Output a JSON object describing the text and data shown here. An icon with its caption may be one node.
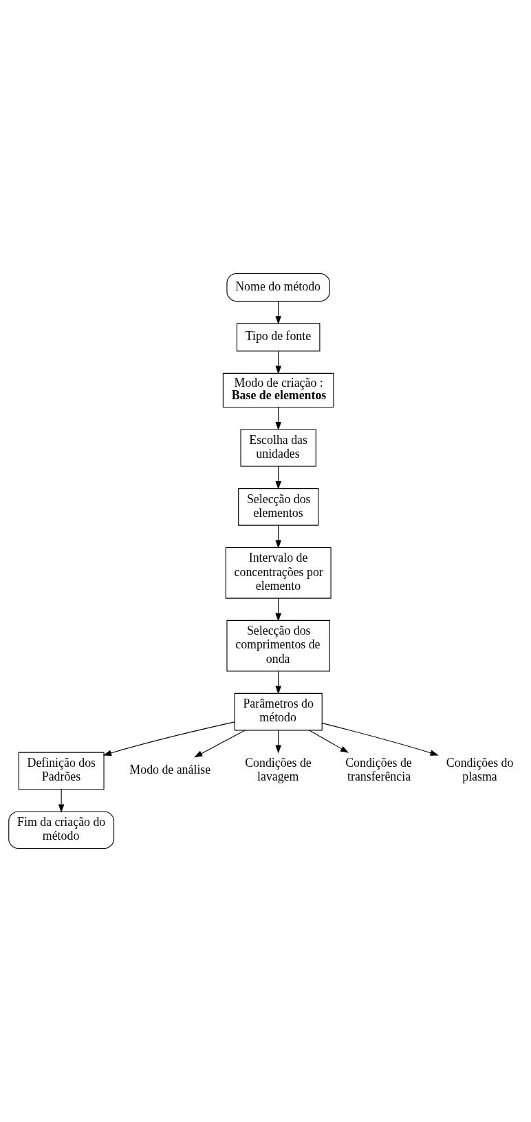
{
  "diagram": {
    "nodes": [
      {
        "text": [
          "Nome do método"
        ]
      },
      {
        "text": [
          "Tipo de fonte"
        ]
      },
      {
        "text": [
          "Modo de criação : **Base de elementos**"
        ]
      },
      {
        "text": [
          "Escolha das unidades"
        ]
      },
      {
        "text": [
          "Selecção dos elementos"
        ]
      },
      {
        "text": [
          "Intervalo de concentrações por elemento"
        ]
      },
      {
        "text": [
          "Selecção dos comprimentos de onda"
        ]
      },
      {
        "text": [
          "Parâmetros do método"
        ]
      },
      {
        "text": [
          "Definição dos Padrões"
        ]
      },
      {
        "text": [
          "Fim da criação do método"
        ]
      },
      {
        "text": [
          "Modo de análise"
        ]
      },
      {
        "text": [
          "Condições de lavagem"
        ]
      },
      {
        "text": [
          "Condições de transferência"
        ]
      },
      {
        "text": [
          "Condições do plasma"
        ]
      }
    ],
    "edges": [
      {
        "from": 0,
        "to": 1,
        "arrow": "to"
      },
      {
        "from": 1,
        "to": 2,
        "arrow": "to"
      },
      {
        "from": 2,
        "to": 3,
        "arrow": "to"
      },
      {
        "from": 3,
        "to": 4,
        "arrow": "to"
      },
      {
        "from": 4,
        "to": 5,
        "arrow": "to"
      },
      {
        "from": 5,
        "to": 6,
        "arrow": "to"
      },
      {
        "from": 6,
        "to": 7,
        "arrow": "to"
      },
      {
        "from": 7,
        "to": 8,
        "arrow": "to"
      },
      {
        "from": 8,
        "to": 9,
        "arrow": "to"
      },
      {
        "from": 7,
        "to": 10,
        "arrow": "to"
      },
      {
        "from": 7,
        "to": 11,
        "arrow": "to"
      },
      {
        "from": 7,
        "to": 12,
        "arrow": "to"
      },
      {
        "from": 7,
        "to": 13,
        "arrow": "to"
      }
    ]
  }
}
